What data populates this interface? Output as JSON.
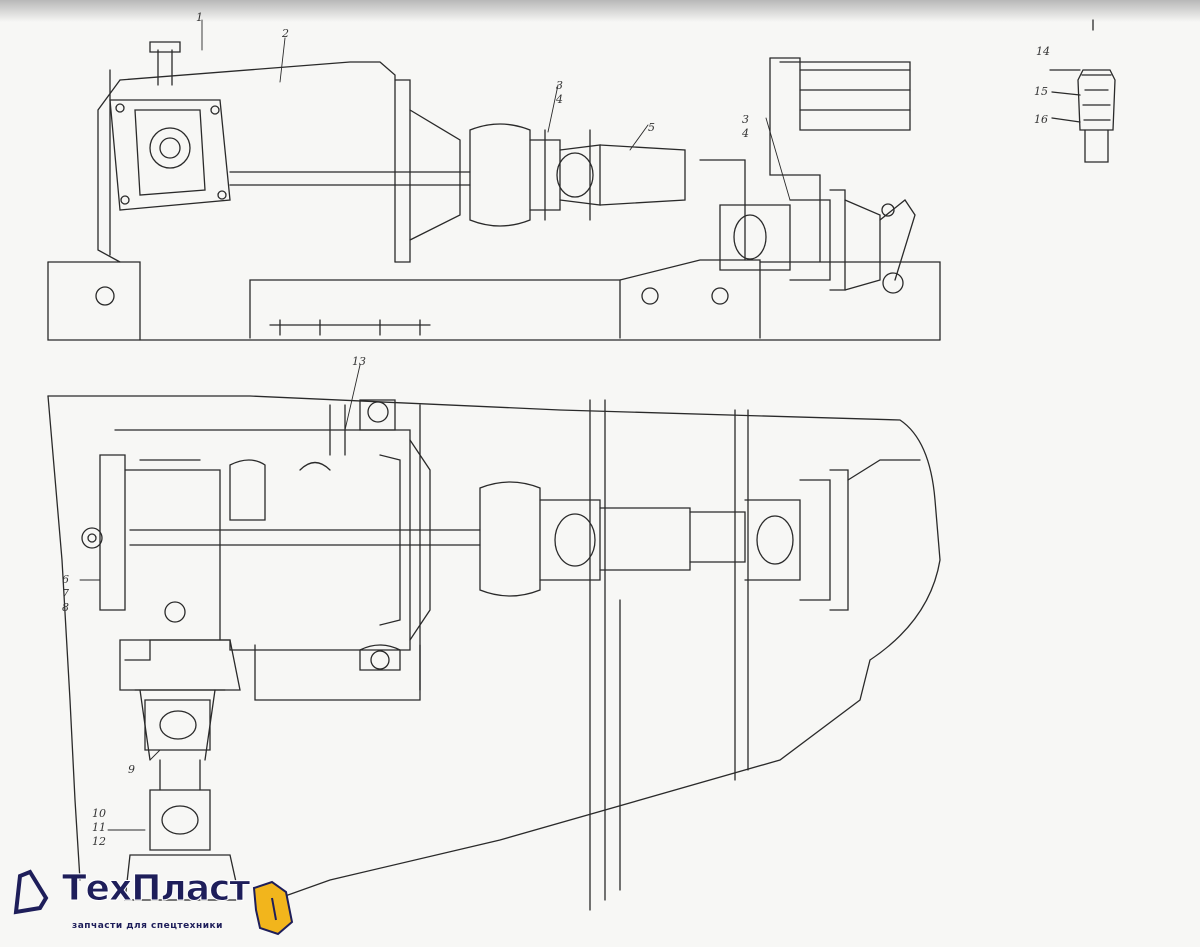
{
  "drawing": {
    "callouts_top": [
      "1",
      "2",
      "3",
      "4",
      "5",
      "3",
      "4"
    ],
    "callouts_detail": [
      "14",
      "15",
      "16"
    ],
    "callouts_bottom": [
      "13",
      "6",
      "7",
      "8",
      "9",
      "10",
      "11",
      "12"
    ]
  },
  "brand": {
    "name": "ТехПласт",
    "tagline": "запчасти для спецтехники",
    "colors": {
      "text": "#1e1e5a",
      "accent": "#f2b51c"
    }
  }
}
